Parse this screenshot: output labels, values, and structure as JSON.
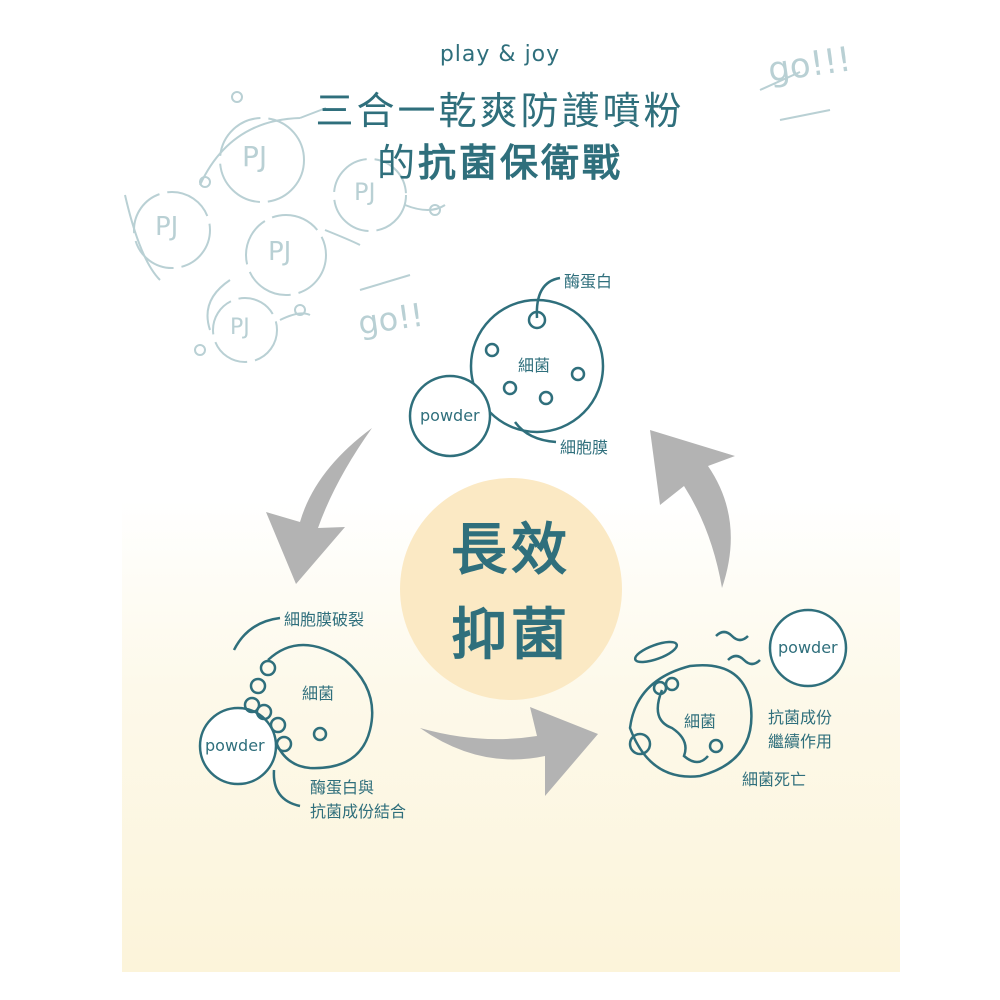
{
  "header": {
    "subtitle": "play & joy",
    "title_line1": "三合一乾爽防護噴粉",
    "title_line2_prefix": "的",
    "title_line2_bold": "抗菌保衛戰"
  },
  "center": {
    "line1": "長效",
    "line2": "抑菌"
  },
  "stage_top": {
    "enzyme_label": "酶蛋白",
    "bacteria_label": "細菌",
    "powder_label": "powder",
    "membrane_label": "細胞膜"
  },
  "stage_left": {
    "rupture_label": "細胞膜破裂",
    "bacteria_label": "細菌",
    "powder_label": "powder",
    "bind_label_line1": "酶蛋白與",
    "bind_label_line2": "抗菌成份結合"
  },
  "stage_right": {
    "powder_label": "powder",
    "bacteria_label": "細菌",
    "effect_label_line1": "抗菌成份",
    "effect_label_line2": "繼續作用",
    "death_label": "細菌死亡"
  },
  "decoration": {
    "badge_text": "PJ",
    "go_text_1": "go!!!",
    "go_text_2": "go!!"
  },
  "colors": {
    "ink": "#2f6f7c",
    "arrow": "#b3b3b3",
    "center_fill": "#fbe9c4",
    "decoration": "#b9d0d4"
  }
}
